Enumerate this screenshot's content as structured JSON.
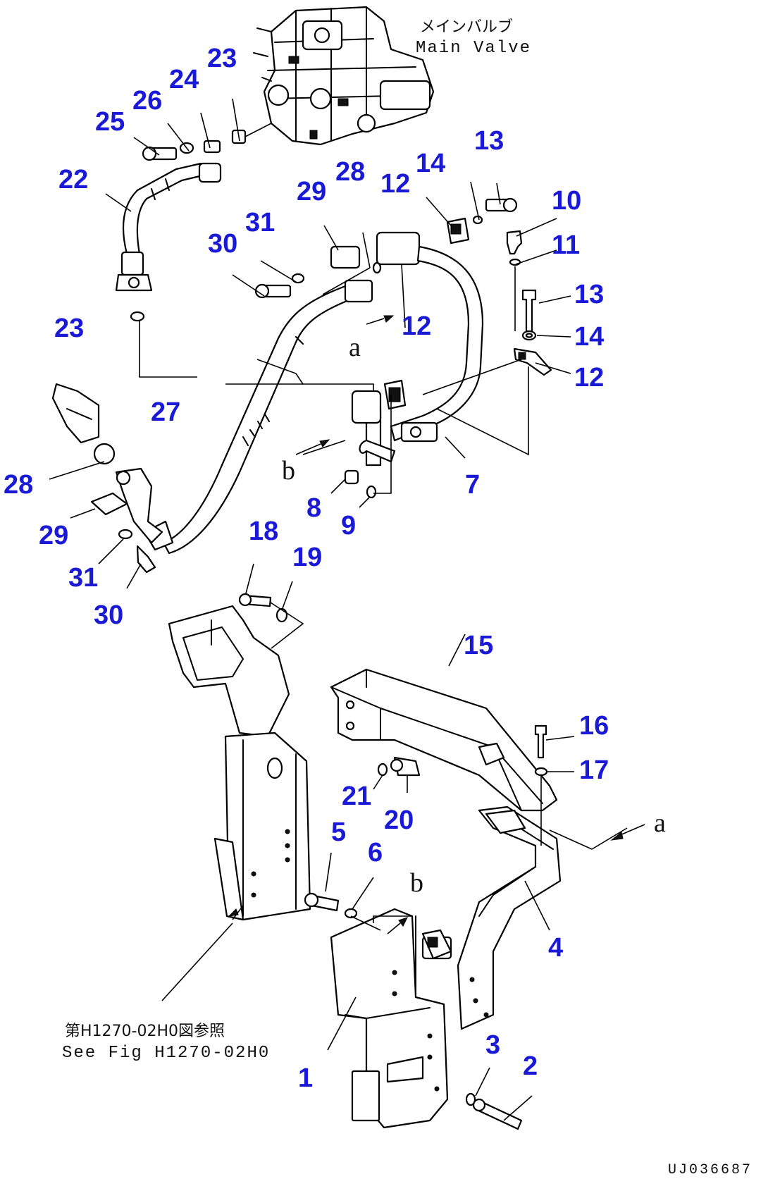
{
  "main_valve": {
    "label_jp": "メインバルブ",
    "label_en": "Main Valve"
  },
  "reference": {
    "text_jp": "第H1270-02H0図参照",
    "text_en": "See Fig H1270-02H0"
  },
  "views": {
    "a": "a",
    "b": "b"
  },
  "drawing_code": "UJ036687",
  "part_callouts": [
    "1",
    "2",
    "3",
    "4",
    "5",
    "6",
    "7",
    "8",
    "9",
    "10",
    "11",
    "12",
    "13",
    "14",
    "15",
    "16",
    "17",
    "18",
    "19",
    "20",
    "21",
    "22",
    "23",
    "24",
    "25",
    "26",
    "27",
    "28",
    "29",
    "30",
    "31"
  ]
}
